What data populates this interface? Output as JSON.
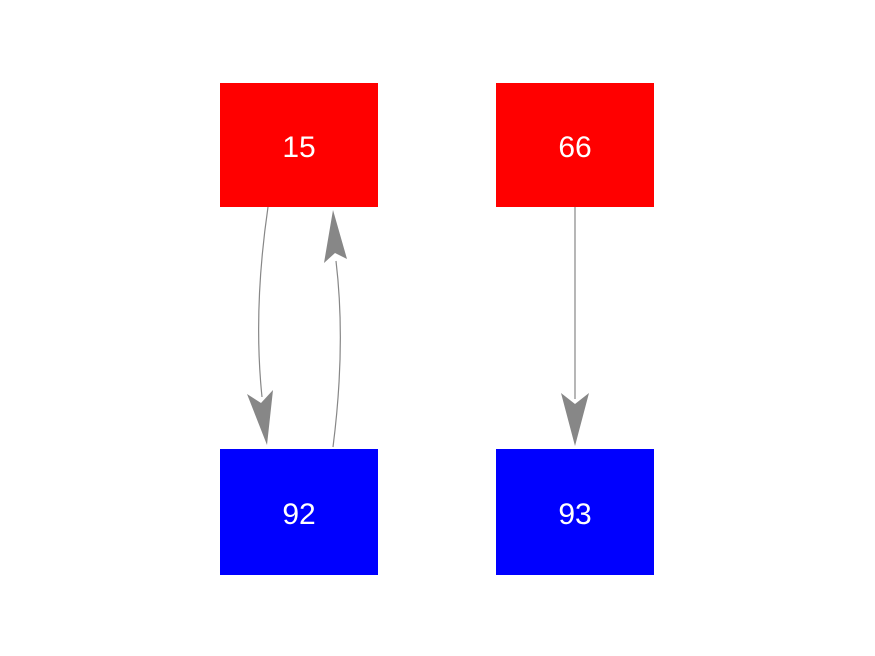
{
  "diagram": {
    "background": "#ffffff",
    "nodes": [
      {
        "id": "15",
        "label": "15",
        "fill": "#ff0000",
        "text_color": "#ffffff",
        "shape": "rectangle",
        "row": "top"
      },
      {
        "id": "66",
        "label": "66",
        "fill": "#ff0000",
        "text_color": "#ffffff",
        "shape": "rectangle",
        "row": "top"
      },
      {
        "id": "92",
        "label": "92",
        "fill": "#0000ff",
        "text_color": "#ffffff",
        "shape": "rectangle",
        "row": "bottom"
      },
      {
        "id": "93",
        "label": "93",
        "fill": "#0000ff",
        "text_color": "#ffffff",
        "shape": "rectangle",
        "row": "bottom"
      }
    ],
    "edges": [
      {
        "from": "15",
        "to": "92",
        "style": "curved",
        "color": "#878787"
      },
      {
        "from": "92",
        "to": "15",
        "style": "curved",
        "color": "#878787"
      },
      {
        "from": "66",
        "to": "93",
        "style": "straight",
        "color": "#878787"
      }
    ]
  }
}
